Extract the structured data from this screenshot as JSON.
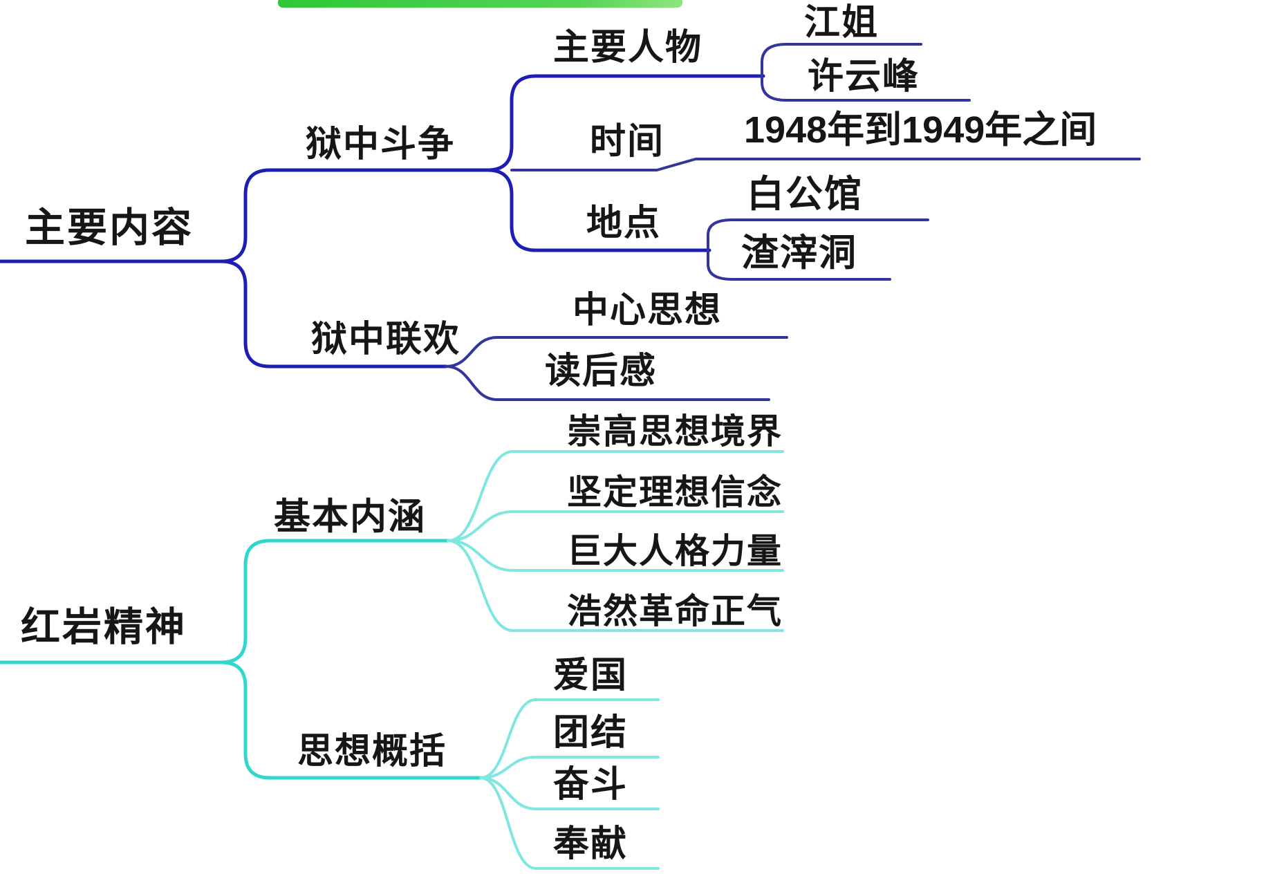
{
  "diagram": {
    "type": "mindmap",
    "orientation": "left-to-right",
    "colors": {
      "branch_main_content": "#1e1eb4",
      "branch_leaf_blue": "#3a3aa6",
      "branch_redcrag": "#2fd7cd",
      "branch_leaf_cyan": "#7fe7df",
      "highlight_bar_green_start": "#2fc737",
      "highlight_bar_green_end": "#8fe57f",
      "text": "#161616",
      "background": "#ffffff"
    },
    "tree": [
      {
        "label": "主要内容",
        "children": [
          {
            "label": "狱中斗争",
            "children": [
              {
                "label": "主要人物",
                "children": [
                  {
                    "label": "江姐"
                  },
                  {
                    "label": "许云峰"
                  }
                ]
              },
              {
                "label": "时间",
                "children": [
                  {
                    "label": "1948年到1949年之间"
                  }
                ]
              },
              {
                "label": "地点",
                "children": [
                  {
                    "label": "白公馆"
                  },
                  {
                    "label": "渣滓洞"
                  }
                ]
              }
            ]
          },
          {
            "label": "狱中联欢",
            "children": [
              {
                "label": "中心思想"
              },
              {
                "label": "读后感"
              }
            ]
          }
        ]
      },
      {
        "label": "红岩精神",
        "children": [
          {
            "label": "基本内涵",
            "children": [
              {
                "label": "崇高思想境界"
              },
              {
                "label": "坚定理想信念"
              },
              {
                "label": "巨大人格力量"
              },
              {
                "label": "浩然革命正气"
              }
            ]
          },
          {
            "label": "思想概括",
            "children": [
              {
                "label": "爱国"
              },
              {
                "label": "团结"
              },
              {
                "label": "奋斗"
              },
              {
                "label": "奉献"
              }
            ]
          }
        ]
      }
    ]
  }
}
